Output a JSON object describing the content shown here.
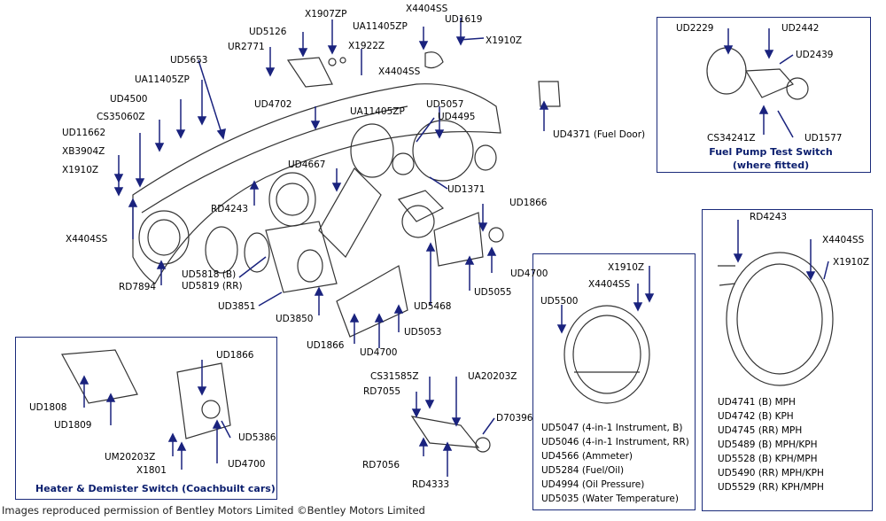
{
  "colors": {
    "leader": "#1a237e",
    "box_border": "#1a2a7a",
    "caption": "#0b1e6e",
    "drawing": "#333333"
  },
  "labels": {
    "x1907zp": "X1907ZP",
    "ud5126": "UD5126",
    "ur2771": "UR2771",
    "ud5653": "UD5653",
    "x1922z": "X1922Z",
    "x4404ss_top": "X4404SS",
    "x4404ss_top2": "X4404SS",
    "ua11405zp_top": "UA11405ZP",
    "ud1619": "UD1619",
    "x1910z_top": "X1910Z",
    "ua11405zp_left": "UA11405ZP",
    "ud4500": "UD4500",
    "cs35060z": "CS35060Z",
    "ud11662": "UD11662",
    "xb3904z": "XB3904Z",
    "x1910z_left": "X1910Z",
    "ud4702": "UD4702",
    "ua11405zp_mid": "UA11405ZP",
    "ud5057": "UD5057",
    "ud4495": "UD4495",
    "ud4371": "UD4371 (Fuel Door)",
    "ud4667": "UD4667",
    "rd4243_left": "RD4243",
    "ud1371": "UD1371",
    "ud1866_right": "UD1866",
    "x4404ss_left": "X4404SS",
    "ud5818": "UD5818 (B)",
    "ud5819": "UD5819 (RR)",
    "rd7894": "RD7894",
    "ud3851": "UD3851",
    "ud3850": "UD3850",
    "ud1866_mid": "UD1866",
    "ud4700_mid": "UD4700",
    "ud5053": "UD5053",
    "ud5468": "UD5468",
    "ud5055": "UD5055",
    "ud4700_right": "UD4700",
    "ud2229": "UD2229",
    "ud2442": "UD2442",
    "ud2439": "UD2439",
    "cs34241z": "CS34241Z",
    "ud1577": "UD1577",
    "rd4243_right": "RD4243",
    "x4404ss_right": "X4404SS",
    "x1910z_right": "X1910Z",
    "x1910z_mid": "X1910Z",
    "x4404ss_mid": "X4404SS",
    "ud5500": "UD5500",
    "ud1866_box": "UD1866",
    "ud1808": "UD1808",
    "ud1809": "UD1809",
    "ud5386": "UD5386",
    "um20203z": "UM20203Z",
    "x1801": "X1801",
    "ud4700_box": "UD4700",
    "cs31585z": "CS31585Z",
    "rd7055": "RD7055",
    "ua20203z": "UA20203Z",
    "d70396": "D70396",
    "rd7056": "RD7056",
    "rd4333": "RD4333"
  },
  "captions": {
    "fuel_pump": "Fuel Pump Test Switch",
    "fuel_pump_sub": "(where fitted)",
    "heater": "Heater & Demister Switch (Coachbuilt cars)"
  },
  "gauge_list": [
    "UD5047 (4-in-1 Instrument, B)",
    "UD5046 (4-in-1 Instrument, RR)",
    "UD4566 (Ammeter)",
    "UD5284 (Fuel/Oil)",
    "UD4994 (Oil Pressure)",
    "UD5035 (Water Temperature)"
  ],
  "speedo_list": [
    "UD4741 (B) MPH",
    "UD4742 (B) KPH",
    "UD4745 (RR) MPH",
    "UD5489 (B) MPH/KPH",
    "UD5528 (B) KPH/MPH",
    "UD5490 (RR) MPH/KPH",
    "UD5529 (RR) KPH/MPH"
  ],
  "footer": "Images reproduced permission of Bentley Motors Limited ©Bentley Motors Limited"
}
